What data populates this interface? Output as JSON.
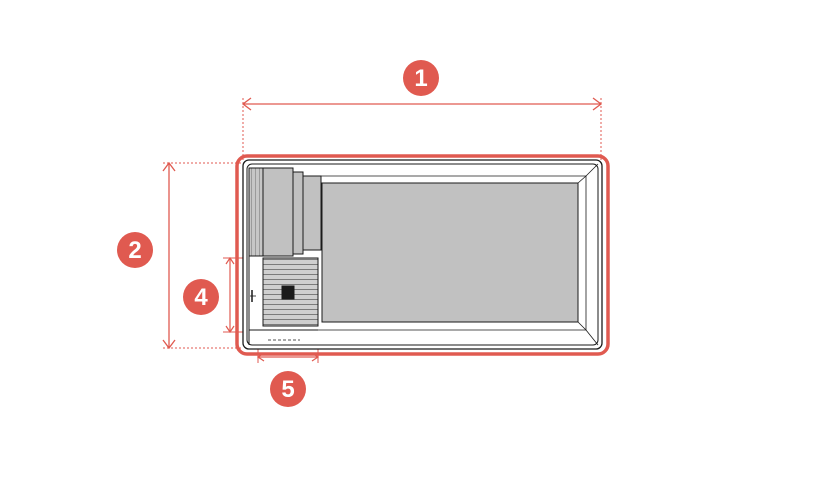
{
  "colors": {
    "accent": "#e05a50",
    "pool_fill": "#c1c1c1",
    "outline": "#1a1a1a",
    "dimension_line": "#e05a50"
  },
  "dimensions": [
    {
      "id": "1",
      "label": "1"
    },
    {
      "id": "2",
      "label": "2"
    },
    {
      "id": "4",
      "label": "4"
    },
    {
      "id": "5",
      "label": "5"
    }
  ]
}
